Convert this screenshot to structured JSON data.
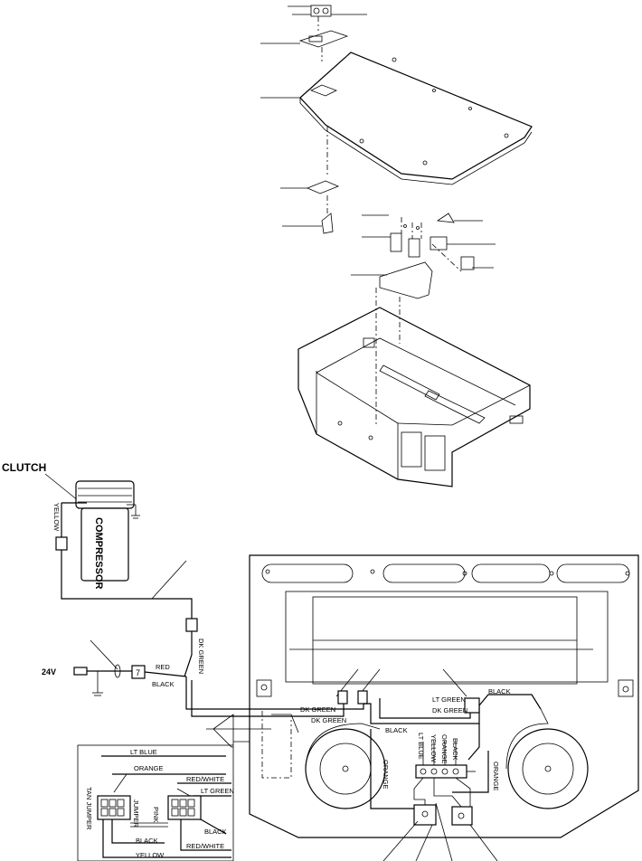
{
  "labels": {
    "clutch": "CLUTCH",
    "compressor": "COMPRESSOR",
    "yellow_left": "YELLOW",
    "dk_green_vertical": "DK GREEN",
    "volt": "24V",
    "fuse": "7",
    "red": "RED",
    "black_a": "BLACK",
    "dk_green_a": "DK GREEN",
    "dk_green_b": "DK GREEN",
    "lt_green_top": "LT GREEN",
    "dk_green_top": "DK GREEN",
    "black_top": "BLACK",
    "black_mid": "BLACK",
    "lt_blue_v": "LT BLUE",
    "yellow_v": "YELLOW",
    "orange_v": "ORANGE",
    "black_v": "BLACK",
    "orange_left": "ORANGE",
    "orange_right": "ORANGE",
    "lt_blue_h": "LT BLUE",
    "orange_h": "ORANGE",
    "red_white_1": "RED/WHITE",
    "lt_green_h": "LT GREEN",
    "tan_jumper": "TAN JUMPER",
    "jumper": "JUMPER",
    "pink": "PINK",
    "black_h1": "BLACK",
    "black_h2": "BLACK",
    "red_white_2": "RED/WHITE",
    "yellow_h": "YELLOW"
  }
}
